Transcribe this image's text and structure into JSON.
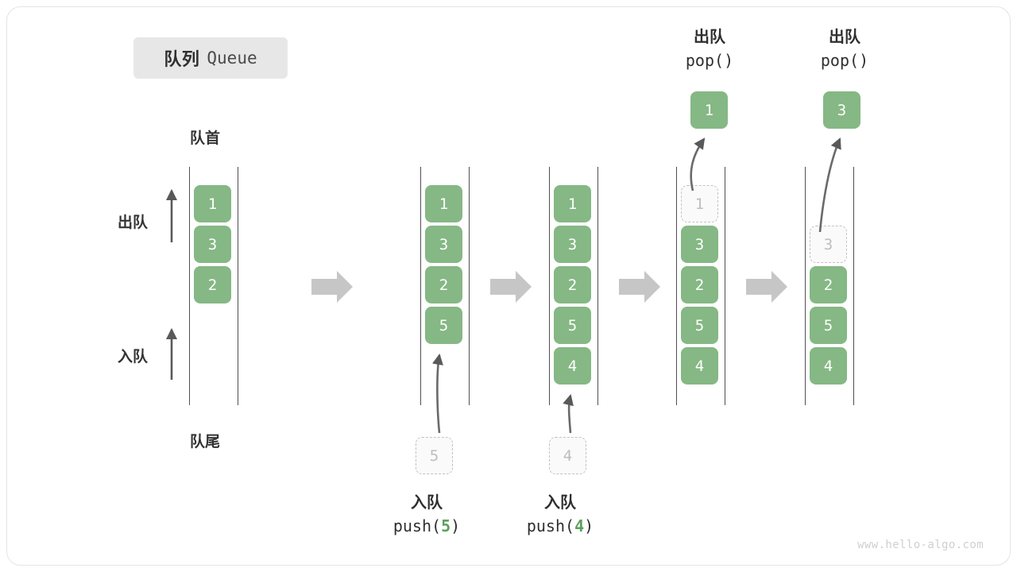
{
  "title": {
    "cn": "队列",
    "en": "Queue"
  },
  "labels": {
    "head": "队首",
    "tail": "队尾",
    "dequeue": "出队",
    "enqueue": "入队"
  },
  "watermark": "www.hello-algo.com",
  "colors": {
    "element_green": "#85b884",
    "ghost_gray": "#c2c2c2",
    "rail": "#4f4f4f",
    "step_arrow": "#c6c6c6",
    "badge_bg": "#e7e7e7",
    "code_number": "#5ba15b"
  },
  "stages": [
    {
      "name": "initial-queue",
      "cells": [
        {
          "value": "1",
          "state": "filled"
        },
        {
          "value": "3",
          "state": "filled"
        },
        {
          "value": "2",
          "state": "filled"
        }
      ]
    },
    {
      "name": "after-push-5",
      "cells": [
        {
          "value": "1",
          "state": "filled"
        },
        {
          "value": "3",
          "state": "filled"
        },
        {
          "value": "2",
          "state": "filled"
        },
        {
          "value": "5",
          "state": "filled"
        }
      ],
      "operation": {
        "cn": "入队",
        "code_prefix": "push(",
        "code_value": "5",
        "code_suffix": ")"
      },
      "incoming": {
        "value": "5",
        "state": "ghost"
      }
    },
    {
      "name": "after-push-4",
      "cells": [
        {
          "value": "1",
          "state": "filled"
        },
        {
          "value": "3",
          "state": "filled"
        },
        {
          "value": "2",
          "state": "filled"
        },
        {
          "value": "5",
          "state": "filled"
        },
        {
          "value": "4",
          "state": "filled"
        }
      ],
      "operation": {
        "cn": "入队",
        "code_prefix": "push(",
        "code_value": "4",
        "code_suffix": ")"
      },
      "incoming": {
        "value": "4",
        "state": "ghost"
      }
    },
    {
      "name": "after-pop-1",
      "cells": [
        {
          "value": "1",
          "state": "ghost"
        },
        {
          "value": "3",
          "state": "filled"
        },
        {
          "value": "2",
          "state": "filled"
        },
        {
          "value": "5",
          "state": "filled"
        },
        {
          "value": "4",
          "state": "filled"
        }
      ],
      "operation": {
        "cn": "出队",
        "code_prefix": "pop(",
        "code_value": "",
        "code_suffix": ")"
      },
      "outgoing": {
        "value": "1"
      }
    },
    {
      "name": "after-pop-3",
      "cells": [
        {
          "value": "",
          "state": "empty"
        },
        {
          "value": "3",
          "state": "ghost"
        },
        {
          "value": "2",
          "state": "filled"
        },
        {
          "value": "5",
          "state": "filled"
        },
        {
          "value": "4",
          "state": "filled"
        }
      ],
      "operation": {
        "cn": "出队",
        "code_prefix": "pop(",
        "code_value": "",
        "code_suffix": ")"
      },
      "outgoing": {
        "value": "3"
      }
    }
  ],
  "step_arrows": [
    {
      "name": "step-arrow-1"
    },
    {
      "name": "step-arrow-2"
    },
    {
      "name": "step-arrow-3"
    },
    {
      "name": "step-arrow-4"
    }
  ]
}
